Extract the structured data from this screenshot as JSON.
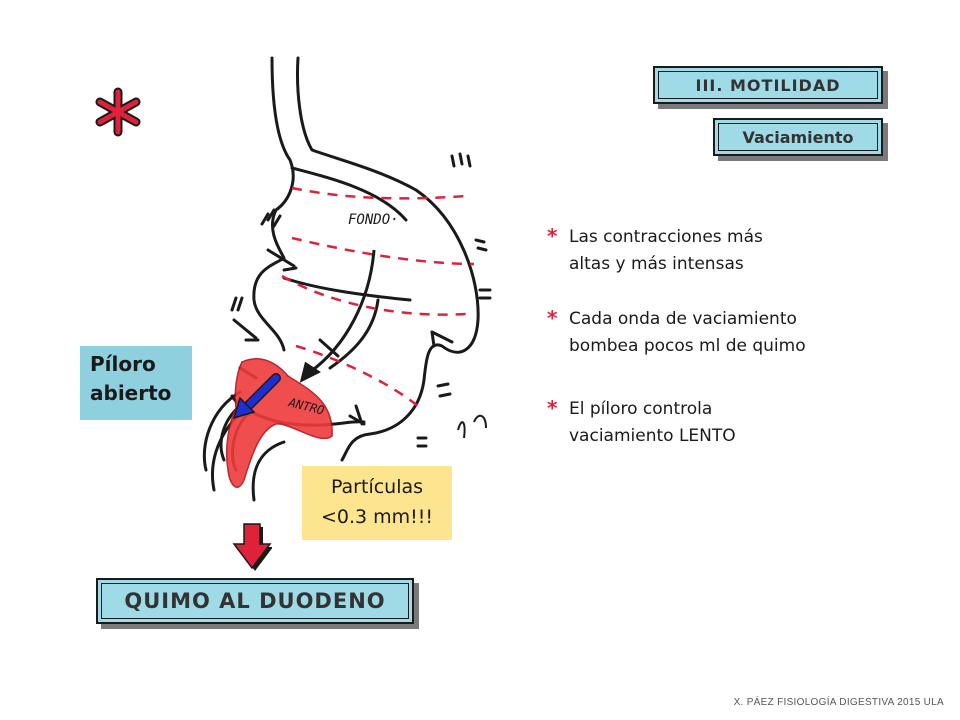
{
  "header": {
    "section_tag": "III. MOTILIDAD",
    "subsection_tag": "Vaciamiento",
    "accent_color": "#9fdbe6"
  },
  "diagram": {
    "label_fondo": "FONDO·",
    "label_antro": "ANTRO",
    "pylorus_label": [
      "Píloro",
      "abierto"
    ],
    "particles_label": [
      "Partículas",
      "<0.3 mm!!!"
    ],
    "stomach_icon": "stomach-outline-drawing",
    "arrow_icon": "blue-arrow-icon",
    "star_icon": "red-asterisk-icon"
  },
  "bullets": [
    {
      "lines": [
        "Las contracciones más",
        "altas y más intensas"
      ]
    },
    {
      "lines": [
        "Cada onda de vaciamiento",
        "bombea pocos ml de quimo"
      ]
    },
    {
      "lines": [
        "El píloro controla",
        "vaciamiento LENTO"
      ]
    }
  ],
  "output_tag": "QUIMO AL DUODENO",
  "footer": "X. PÁEZ   FISIOLOGÍA DIGESTIVA 2015  ULA"
}
